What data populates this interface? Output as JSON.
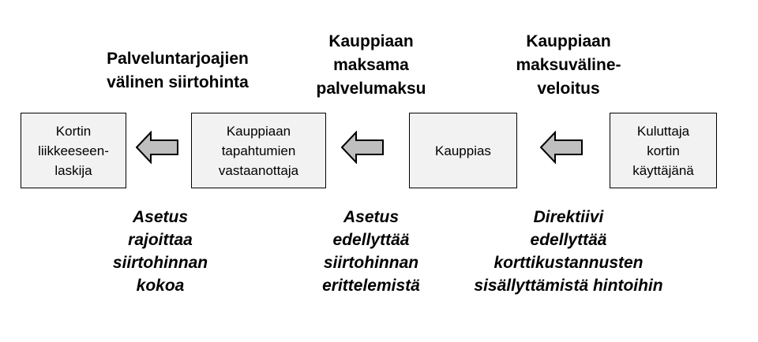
{
  "headings": {
    "interchange_fee": "Palveluntarjoajien\nvälinen siirtohinta",
    "merchant_service_charge": "Kauppiaan\nmaksama\npalvelumaksu",
    "merchant_surcharge": "Kauppiaan\nmaksuväline-\nveloitus"
  },
  "boxes": {
    "issuer": "Kortin\nliikkeeseen-\nlaskija",
    "acquirer": "Kauppiaan\ntapahtumien\nvastaanottaja",
    "merchant": "Kauppias",
    "consumer": "Kuluttaja\nkortin\nkäyttäjänä"
  },
  "notes": {
    "regulation_caps": "Asetus\nrajoittaa\nsiirtohinnan\nkokoa",
    "regulation_requires": "Asetus\nedellyttää\nsiirtohinnan\nerittelemistä",
    "directive_requires": "Direktiivi\nedellyttää\nkorttikustannusten\nsisällyttämistä hintoihin"
  },
  "colors": {
    "box_fill": "#f2f2f2",
    "arrow_fill": "#bfbfbf",
    "stroke": "#000000"
  },
  "icons": {
    "arrow": "left-arrow-icon"
  }
}
